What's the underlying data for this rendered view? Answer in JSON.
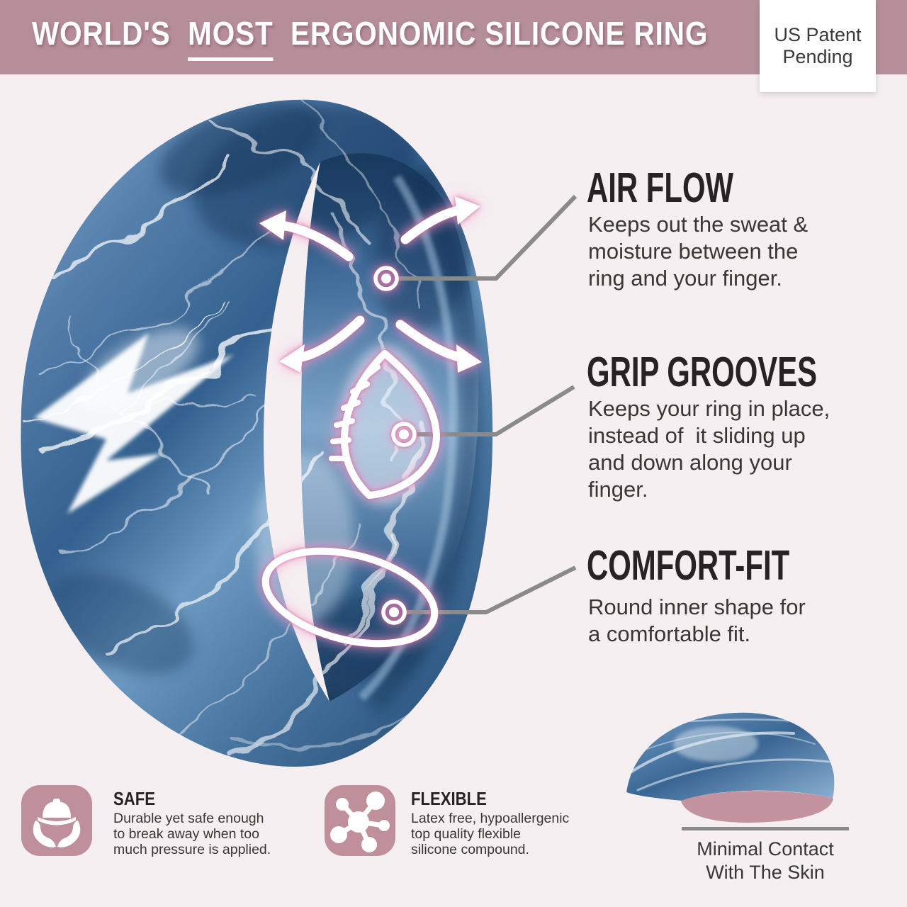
{
  "header": {
    "title_words": [
      "WORLD'S",
      "MOST",
      "ERGONOMIC SILICONE RING"
    ],
    "patent_note": "US Patent\nPending"
  },
  "features": [
    {
      "title": "AIR FLOW",
      "body": "Keeps out the sweat &\nmoisture between the\nring and your finger.",
      "marker_icon": "target-dot-icon",
      "annotation_icon": "airflow-arrows-icon"
    },
    {
      "title": "GRIP GROOVES",
      "body": "Keeps your ring in place,\ninstead of  it sliding up\nand down along your\nfinger.",
      "marker_icon": "target-dot-icon",
      "annotation_icon": "grip-groove-leaf-icon"
    },
    {
      "title": "COMFORT-FIT",
      "body": "Round inner shape for\na comfortable fit.",
      "marker_icon": "target-dot-icon",
      "annotation_icon": "comfort-loop-icon"
    }
  ],
  "badges": [
    {
      "title": "SAFE",
      "body": "Durable yet safe enough\nto break away when too\nmuch pressure is applied.",
      "icon": "hard-hat-in-hands-icon"
    },
    {
      "title": "FLEXIBLE",
      "body": "Latex free, hypoallergenic\ntop quality flexible\nsilicone compound.",
      "icon": "molecule-icon"
    }
  ],
  "cross_section": {
    "caption": "Minimal Contact\nWith The Skin"
  },
  "colors": {
    "header_bar": "#b58e99",
    "background": "#f5eff1",
    "badge_tile": "#bf8f9b",
    "connector_gray": "#8a8a8a",
    "glow_pink": "#ee74b4",
    "ring_inner_face_mauve": "#c493a0",
    "heading_text": "#272324",
    "body_text": "#3a3634"
  }
}
